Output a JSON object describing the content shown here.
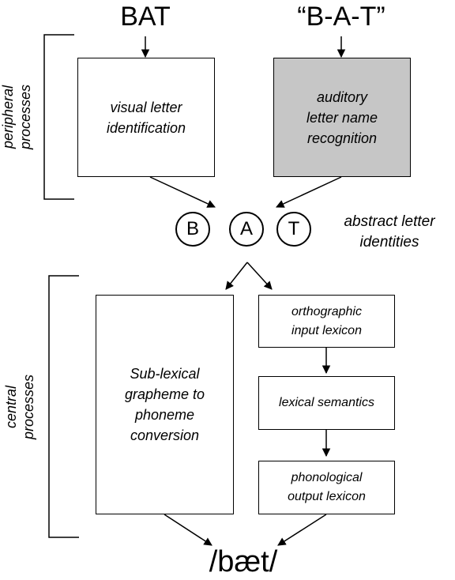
{
  "inputs": {
    "written_word": "BAT",
    "spoken_word": "“B-A-T”"
  },
  "labels": {
    "peripheral": "peripheral\nprocesses",
    "central": "central\nprocesses"
  },
  "boxes": {
    "visual": "visual letter\nidentification",
    "auditory": "auditory\nletter name\nrecognition",
    "sublexical": "Sub-lexical\ngrapheme to\nphoneme\nconversion",
    "orthographic": "orthographic\ninput lexicon",
    "semantics": "lexical semantics",
    "phonological": "phonological\noutput lexicon"
  },
  "letters": [
    "B",
    "A",
    "T"
  ],
  "abstract_label": "abstract letter\nidentities",
  "output": "/bæt/",
  "colors": {
    "line": "#000000",
    "gray_fill": "#c6c6c6"
  }
}
